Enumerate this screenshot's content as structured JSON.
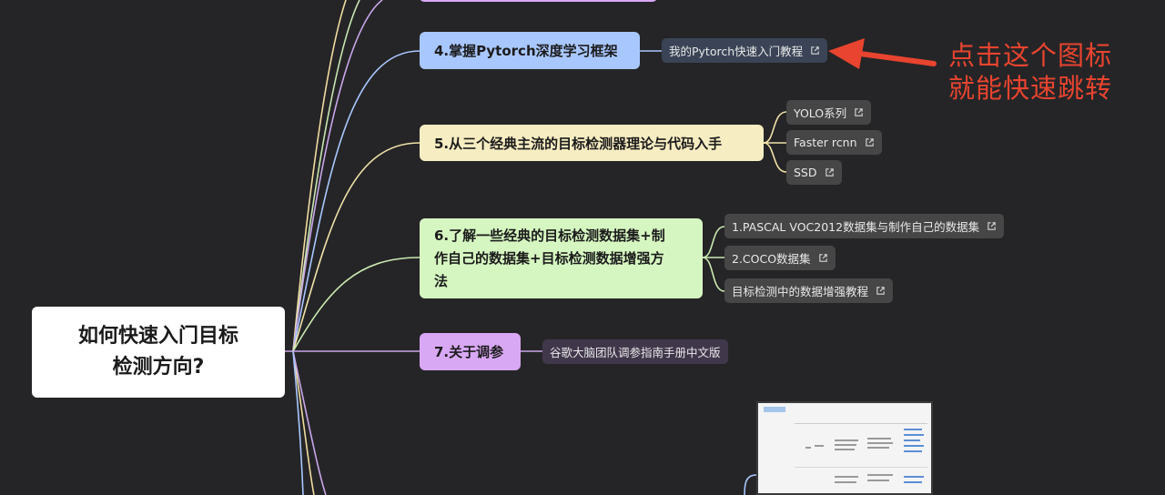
{
  "root": {
    "line1": "如何快速入门目标",
    "line2": "检测方向?"
  },
  "branches": {
    "b4": {
      "label": "4.掌握Pytorch深度学习框架",
      "color": "#a9c7ff",
      "children": [
        {
          "label": "我的Pytorch快速入门教程",
          "link_icon": "external-link-icon"
        }
      ]
    },
    "b5": {
      "label": "5.从三个经典主流的目标检测器理论与代码入手",
      "color": "#f7edc2",
      "children": [
        {
          "label": "YOLO系列",
          "link_icon": "external-link-icon"
        },
        {
          "label": "Faster rcnn",
          "link_icon": "external-link-icon"
        },
        {
          "label": "SSD",
          "link_icon": "external-link-icon"
        }
      ]
    },
    "b6": {
      "label_line1": "6.了解一些经典的目标检测数据集+制",
      "label_line2": "作自己的数据集+目标检测数据增强方",
      "label_line3": "法",
      "color": "#d6f6c1",
      "children": [
        {
          "label": "1.PASCAL VOC2012数据集与制作自己的数据集",
          "link_icon": "external-link-icon"
        },
        {
          "label": "2.COCO数据集",
          "link_icon": "external-link-icon"
        },
        {
          "label": "目标检测中的数据增强教程",
          "link_icon": "external-link-icon"
        }
      ]
    },
    "b7": {
      "label": "7.关于调参",
      "color": "#d9a8f4",
      "children": [
        {
          "label": "谷歌大脑团队调参指南手册中文版"
        }
      ]
    }
  },
  "annotation": {
    "line1": "点击这个图标",
    "line2": "就能快速跳转",
    "color": "#e8442f"
  }
}
